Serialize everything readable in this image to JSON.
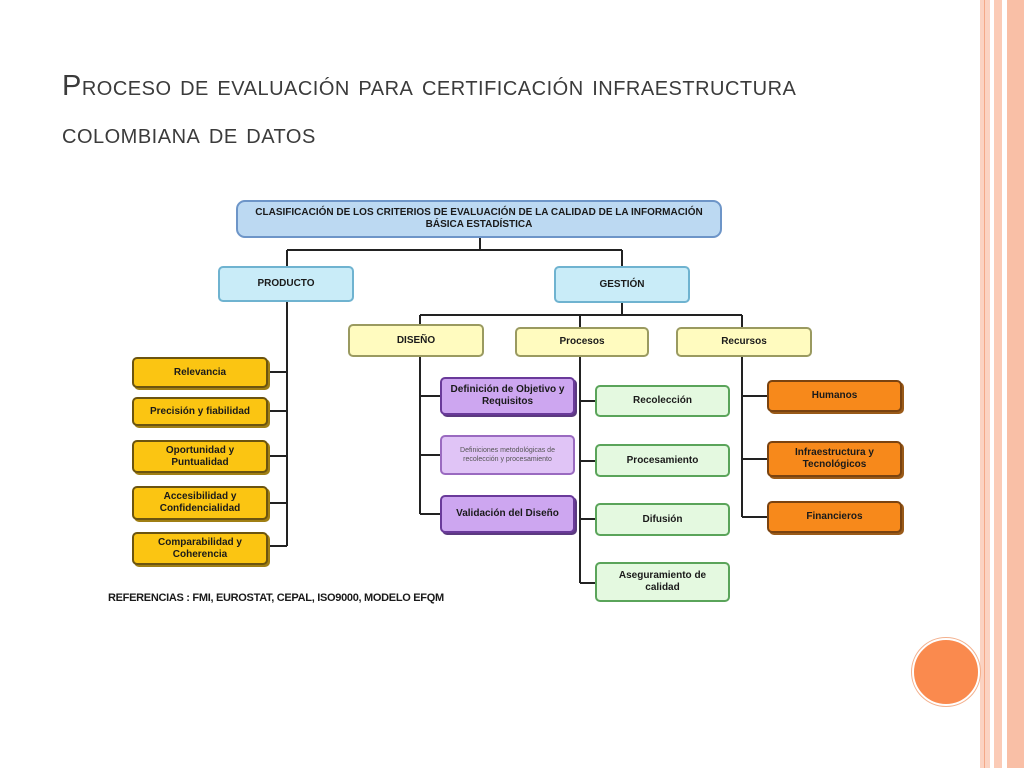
{
  "slide": {
    "title": "Proceso de evaluación para certificación infraestructura colombiana de datos"
  },
  "diagram": {
    "root": "CLASIFICACIÓN DE LOS CRITERIOS DE EVALUACIÓN DE LA CALIDAD DE LA INFORMACIÓN BÁSICA ESTADÍSTICA",
    "producto": {
      "label": "PRODUCTO",
      "items": [
        "Relevancia",
        "Precisión y fiabilidad",
        "Oportunidad y Puntualidad",
        "Accesibilidad y Confidencialidad",
        "Comparabilidad y Coherencia"
      ]
    },
    "gestion": {
      "label": "GESTIÓN",
      "diseno": {
        "label": "DISEÑO",
        "items": [
          "Definición de Objetivo y Requisitos",
          "Definiciones metodológicas de recolección y procesamiento",
          "Validación del Diseño"
        ]
      },
      "procesos": {
        "label": "Procesos",
        "items": [
          "Recolección",
          "Procesamiento",
          "Difusión",
          "Aseguramiento de calidad"
        ]
      },
      "recursos": {
        "label": "Recursos",
        "items": [
          "Humanos",
          "Infraestructura y Tecnológicos",
          "Financieros"
        ]
      }
    },
    "referencias": "REFERENCIAS : FMI, EUROSTAT, CEPAL, ISO9000, MODELO EFQM"
  },
  "colors": {
    "accent_circle": "#fa8a4e",
    "stripes": "#f9bfa6"
  }
}
